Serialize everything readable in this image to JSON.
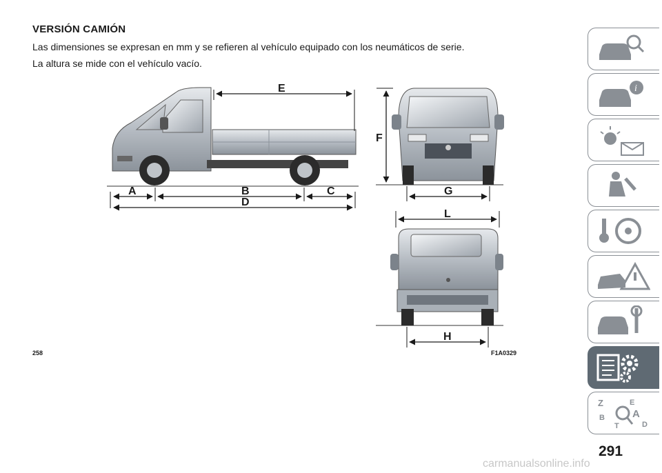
{
  "heading": "VERSIÓN CAMIÓN",
  "paragraphs": [
    "Las dimensiones se expresan en mm y se refieren al vehículo equipado con los neumáticos de serie.",
    "La altura se mide con el vehículo vacío."
  ],
  "figure": {
    "labels": {
      "A": "A",
      "B": "B",
      "C": "C",
      "D": "D",
      "E": "E",
      "F": "F",
      "G": "G",
      "H": "H",
      "L": "L"
    },
    "page_ref": "258",
    "code": "F1A0329"
  },
  "side_tabs": [
    {
      "icon": "car-search-icon",
      "active": false
    },
    {
      "icon": "car-info-icon",
      "active": false
    },
    {
      "icon": "warning-lights-icon",
      "active": false
    },
    {
      "icon": "seat-airbag-icon",
      "active": false
    },
    {
      "icon": "steering-key-icon",
      "active": false
    },
    {
      "icon": "car-accident-warning-icon",
      "active": false
    },
    {
      "icon": "car-wrench-icon",
      "active": false
    },
    {
      "icon": "specs-gear-icon",
      "active": true
    },
    {
      "icon": "alphabet-index-icon",
      "active": false
    }
  ],
  "page_number": "291",
  "watermark": "carmanualsonline.info",
  "colors": {
    "vehicle_body": "#b9bec4",
    "active_tab": "#5f6a73",
    "tab_border": "#8a8f95"
  }
}
